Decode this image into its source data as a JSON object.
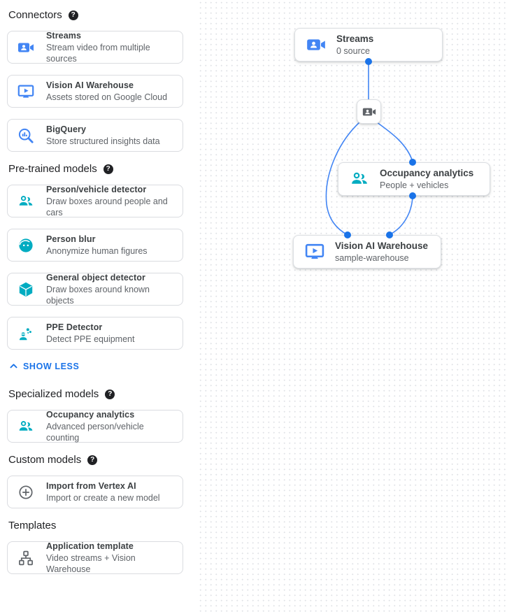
{
  "glyphs": {
    "question": "?"
  },
  "colors": {
    "connector_blue": "#4285f4",
    "model_teal": "#00acc1",
    "link_blue": "#1a73e8",
    "edge_blue": "#4285f4",
    "port_blue": "#1a73e8",
    "neutral_gray": "#5f6368"
  },
  "sidebar": {
    "sections": [
      {
        "title": "Connectors",
        "has_help": true,
        "items": [
          {
            "icon": "video-camera-icon",
            "title": "Streams",
            "subtitle": "Stream video from multiple sources"
          },
          {
            "icon": "monitor-play-icon",
            "title": "Vision AI Warehouse",
            "subtitle": "Assets stored on Google Cloud"
          },
          {
            "icon": "bigquery-search-icon",
            "title": "BigQuery",
            "subtitle": "Store structured insights data"
          }
        ]
      },
      {
        "title": "Pre-trained models",
        "has_help": true,
        "show_less_label": "SHOW LESS",
        "items": [
          {
            "icon": "people-icon",
            "title": "Person/vehicle detector",
            "subtitle": "Draw boxes around people and cars"
          },
          {
            "icon": "face-icon",
            "title": "Person blur",
            "subtitle": "Anonymize human figures"
          },
          {
            "icon": "cube-icon",
            "title": "General object detector",
            "subtitle": "Draw boxes around known objects"
          },
          {
            "icon": "ppe-person-icon",
            "title": "PPE Detector",
            "subtitle": "Detect PPE equipment"
          }
        ]
      },
      {
        "title": "Specialized models",
        "has_help": true,
        "items": [
          {
            "icon": "people-icon",
            "title": "Occupancy analytics",
            "subtitle": "Advanced person/vehicle counting"
          }
        ]
      },
      {
        "title": "Custom models",
        "has_help": true,
        "items": [
          {
            "icon": "plus-circle-icon",
            "title": "Import from Vertex AI",
            "subtitle": "Import or create a new model"
          }
        ]
      },
      {
        "title": "Templates",
        "has_help": false,
        "items": [
          {
            "icon": "tree-icon",
            "title": "Application template",
            "subtitle": "Video streams + Vision Warehouse"
          }
        ]
      }
    ]
  },
  "canvas": {
    "nodes": {
      "streams": {
        "icon": "video-camera-icon",
        "title": "Streams",
        "subtitle": "0 source"
      },
      "processor": {
        "icon": "video-camera-icon"
      },
      "occupancy": {
        "icon": "people-icon",
        "title": "Occupancy analytics",
        "subtitle": "People + vehicles"
      },
      "warehouse": {
        "icon": "monitor-play-icon",
        "title": "Vision AI Warehouse",
        "subtitle": "sample-warehouse"
      }
    }
  }
}
